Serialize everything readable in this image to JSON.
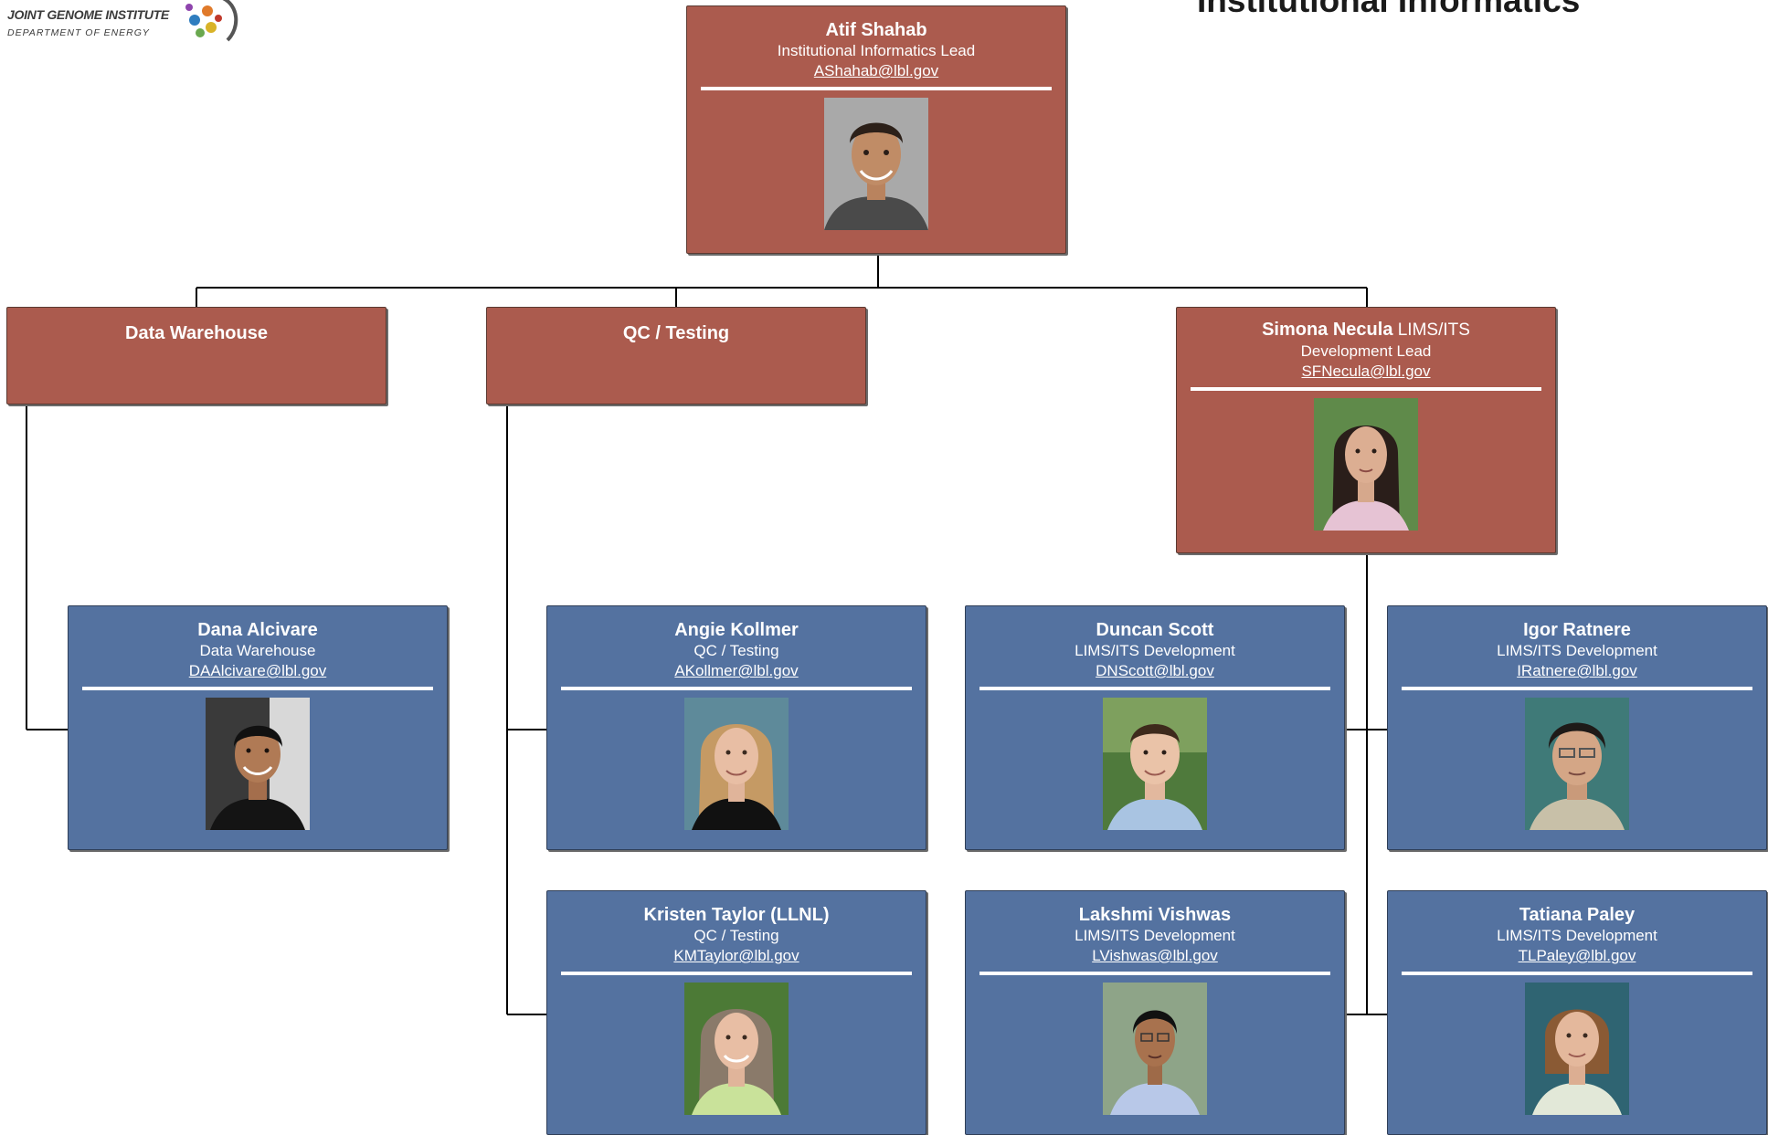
{
  "page": {
    "title": "Institutional Informatics"
  },
  "logo": {
    "line1": "JOINT GENOME INSTITUTE",
    "line2": "DEPARTMENT OF ENERGY"
  },
  "lead": {
    "name": "Atif Shahab",
    "role": "Institutional Informatics Lead",
    "email": "AShahab@lbl.gov"
  },
  "groups": {
    "data_warehouse": "Data Warehouse",
    "qc_testing": "QC / Testing"
  },
  "simona": {
    "name": "Simona Necula",
    "role_part1": "LIMS/ITS",
    "role_part2": "Development Lead",
    "email": "SFNecula@lbl.gov"
  },
  "people": [
    {
      "name": "Dana Alcivare",
      "role": "Data Warehouse",
      "email": "DAAlcivare@lbl.gov"
    },
    {
      "name": "Angie Kollmer",
      "role": "QC / Testing",
      "email": "AKollmer@lbl.gov"
    },
    {
      "name": "Duncan Scott",
      "role": "LIMS/ITS Development",
      "email": "DNScott@lbl.gov"
    },
    {
      "name": "Igor Ratnere",
      "role": "LIMS/ITS Development",
      "email": "IRatnere@lbl.gov"
    },
    {
      "name": "Kristen Taylor (LLNL)",
      "role": "QC / Testing",
      "email": "KMTaylor@lbl.gov"
    },
    {
      "name": "Lakshmi Vishwas",
      "role": "LIMS/ITS Development",
      "email": "LVishwas@lbl.gov"
    },
    {
      "name": "Tatiana Paley",
      "role": "LIMS/ITS Development",
      "email": "TLPaley@lbl.gov"
    }
  ],
  "colors": {
    "lead_box": "#ab5b4e",
    "staff_box": "#5472a0",
    "connector": "#000000"
  }
}
